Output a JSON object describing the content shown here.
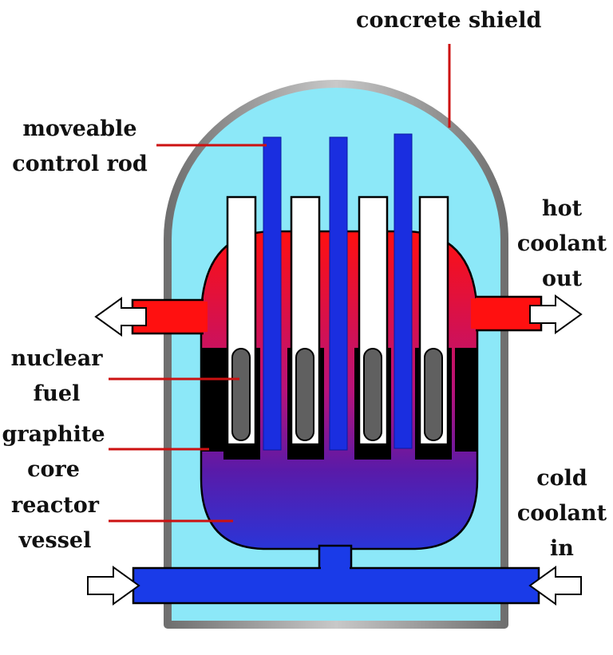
{
  "labels": {
    "concrete_shield": "concrete shield",
    "control_rod": [
      "moveable",
      "control rod"
    ],
    "hot_coolant": [
      "hot",
      "coolant",
      "out"
    ],
    "fuel": [
      "nuclear",
      "fuel"
    ],
    "graphite": [
      "graphite",
      "core"
    ],
    "vessel": [
      "reactor",
      "vessel"
    ],
    "cold_coolant": [
      "cold",
      "coolant",
      "in"
    ]
  },
  "colors": {
    "shield_fill": "#8ce8f8",
    "shield_border": "#9a9a9a",
    "hot_coolant": "#ff1010",
    "cold_coolant": "#1a3be8",
    "control_rod": "#1a2ee0",
    "fuel_rod": "#ffffff",
    "fuel_pellet": "#606060",
    "graphite": "#000000",
    "leader_line": "#cc1111"
  }
}
